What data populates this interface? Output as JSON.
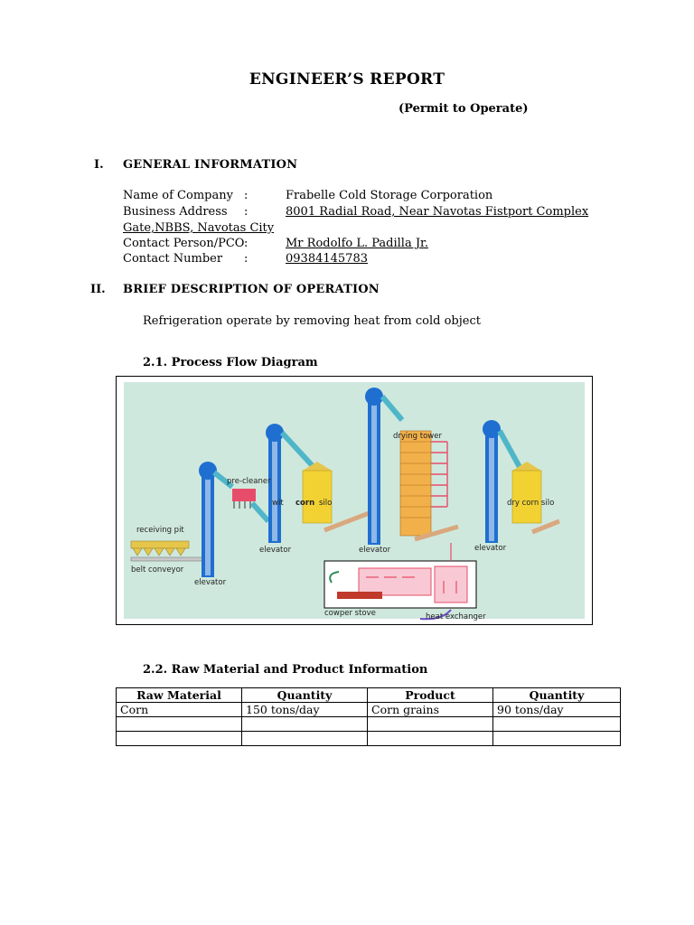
{
  "report": {
    "title": "ENGINEER’S REPORT",
    "subtitle": "(Permit to Operate)"
  },
  "section1": {
    "number": "I.",
    "title": "GENERAL INFORMATION",
    "fields": [
      {
        "label": "Name of Company",
        "sep": ":",
        "value": "Frabelle Cold Storage Corporation"
      },
      {
        "label": "Business Address",
        "sep": ":",
        "value": "8001 Radial Road, Near Navotas Fistport Complex",
        "continuation": "Gate,NBBS, Navotas City"
      },
      {
        "label": "Contact Person/PCO",
        "sep": ":",
        "value": "Mr Rodolfo L. Padilla Jr."
      },
      {
        "label": "Contact Number",
        "sep": ":",
        "value": "09384145783"
      }
    ]
  },
  "section2": {
    "number": "II.",
    "title": "BRIEF DESCRIPTION OF OPERATION",
    "description": "Refrigeration operate by removing  heat from cold object",
    "sub1": "2.1. Process Flow Diagram",
    "sub2": "2.2. Raw Material and Product Information"
  },
  "diagram": {
    "labels": {
      "receiving_pit": "receiving pit",
      "belt_conveyor": "belt conveyor",
      "elevator": "elevator",
      "pre_cleaner": "pre-cleaner",
      "wet_corn_silo_1": "wit",
      "wet_corn_silo_2": "corn",
      "wet_corn_silo_3": "silo",
      "drying_tower": "drying tower",
      "dry_corn_silo": "dry  corn  silo",
      "cowper_stove": "cowper stove",
      "heat_exchanger": "heat exchanger"
    },
    "colors": {
      "background": "#cfe8dd",
      "elevator": "#1f6fd1",
      "silo": "#f2d233",
      "chute": "#4fb6c9",
      "stove": "#e74c6a"
    }
  },
  "table": {
    "headers": [
      "Raw Material",
      "Quantity",
      "Product",
      "Quantity"
    ],
    "rows": [
      [
        "Corn",
        "150 tons/day",
        "Corn grains",
        "90 tons/day"
      ],
      [
        "",
        "",
        "",
        ""
      ],
      [
        "",
        "",
        "",
        ""
      ]
    ]
  }
}
